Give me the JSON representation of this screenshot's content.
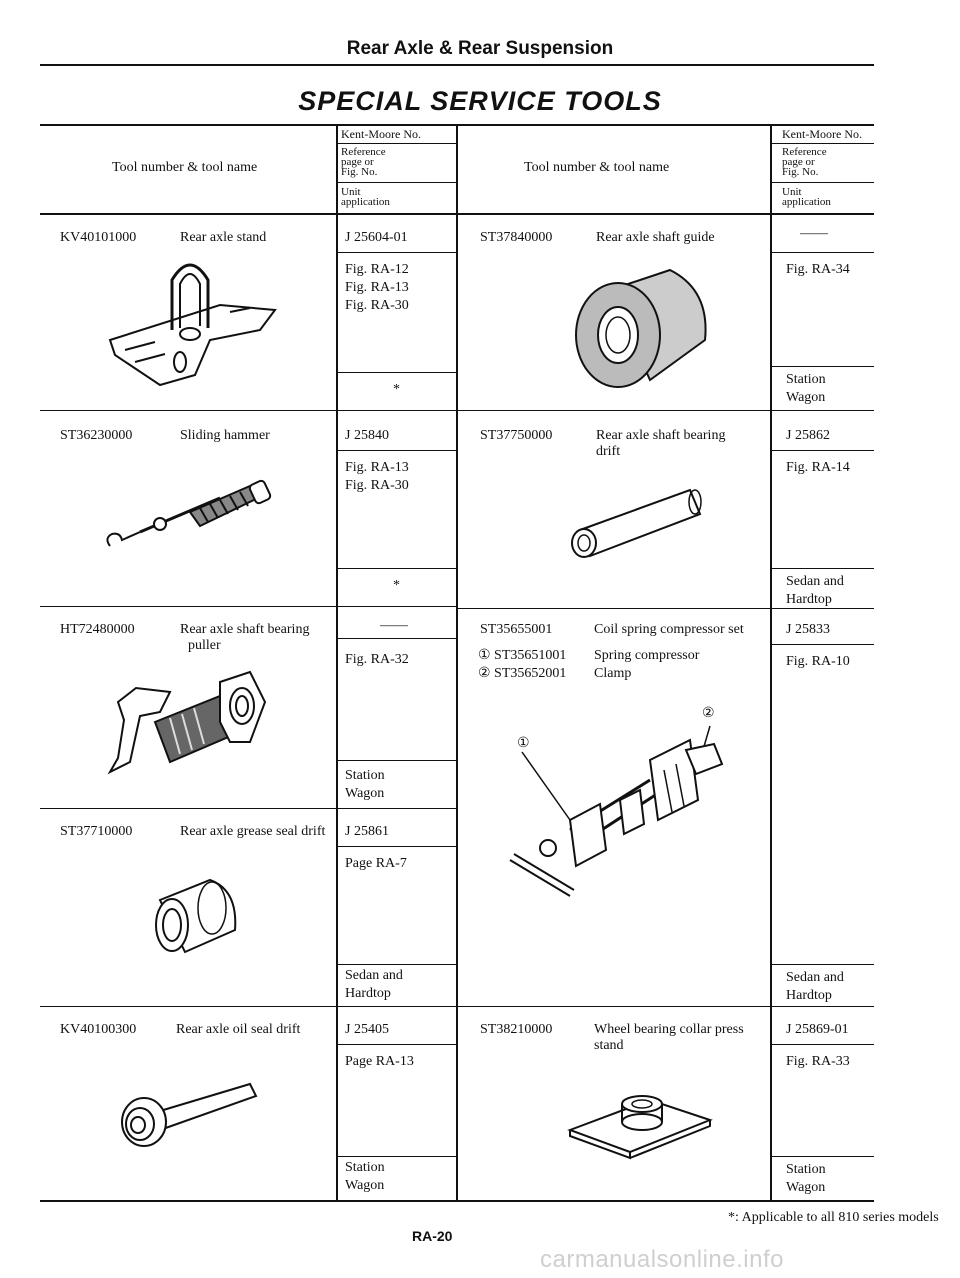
{
  "header": {
    "section": "Rear Axle & Rear Suspension",
    "title": "SPECIAL SERVICE TOOLS"
  },
  "columns": {
    "tool": "Tool number & tool name",
    "kent": "Kent-Moore No.",
    "ref": [
      "Reference",
      "page or",
      "Fig. No."
    ],
    "unit": [
      "Unit",
      "application"
    ]
  },
  "left_tools": [
    {
      "number": "KV40101000",
      "name": [
        "Rear axle stand"
      ],
      "kent": "J 25604-01",
      "refs": [
        "Fig. RA-12",
        "Fig. RA-13",
        "Fig. RA-30"
      ],
      "unit": [
        "*"
      ],
      "icon": "rear-axle-stand-icon"
    },
    {
      "number": "ST36230000",
      "name": [
        "Sliding hammer"
      ],
      "kent": "J 25840",
      "refs": [
        "Fig. RA-13",
        "Fig. RA-30"
      ],
      "unit": [
        "*"
      ],
      "icon": "sliding-hammer-icon"
    },
    {
      "number": "HT72480000",
      "name": [
        "Rear axle shaft bearing",
        "puller"
      ],
      "kent": "——",
      "refs": [
        "Fig. RA-32"
      ],
      "unit": [
        "Station",
        "Wagon"
      ],
      "icon": "bearing-puller-icon"
    },
    {
      "number": "ST37710000",
      "name": [
        "Rear axle grease seal drift"
      ],
      "kent": "J 25861",
      "refs": [
        "Page RA-7"
      ],
      "unit": [
        "Sedan and",
        "Hardtop"
      ],
      "icon": "grease-seal-drift-icon"
    },
    {
      "number": "KV40100300",
      "name": [
        "Rear axle oil seal drift"
      ],
      "kent": "J 25405",
      "refs": [
        "Page RA-13"
      ],
      "unit": [
        "Station",
        "Wagon"
      ],
      "icon": "oil-seal-drift-icon"
    }
  ],
  "right_tools": [
    {
      "number": "ST37840000",
      "name": [
        "Rear axle shaft guide"
      ],
      "kent": "——",
      "refs": [
        "Fig. RA-34"
      ],
      "unit": [
        "Station",
        "Wagon"
      ],
      "icon": "shaft-guide-icon"
    },
    {
      "number": "ST37750000",
      "name": [
        "Rear axle shaft bearing",
        "drift"
      ],
      "kent": "J 25862",
      "refs": [
        "Fig. RA-14"
      ],
      "unit": [
        "Sedan and",
        "Hardtop"
      ],
      "icon": "bearing-drift-icon"
    },
    {
      "number": "ST35655001",
      "name": [
        "Coil spring compressor set"
      ],
      "sub": [
        {
          "num": "① ST35651001",
          "name": "Spring compressor"
        },
        {
          "num": "② ST35652001",
          "name": "Clamp"
        }
      ],
      "kent": "J 25833",
      "refs": [
        "Fig. RA-10"
      ],
      "unit": [
        "Sedan and",
        "Hardtop"
      ],
      "icon": "spring-compressor-icon",
      "callouts": [
        "①",
        "②"
      ]
    },
    {
      "number": "ST38210000",
      "name": [
        "Wheel bearing collar press",
        "stand"
      ],
      "kent": "J 25869-01",
      "refs": [
        "Fig. RA-33"
      ],
      "unit": [
        "Station",
        "Wagon"
      ],
      "icon": "collar-press-stand-icon"
    }
  ],
  "footnote": "*: Applicable to all 810 series models",
  "page_number": "RA-20",
  "watermark": "carmanualsonline.info"
}
